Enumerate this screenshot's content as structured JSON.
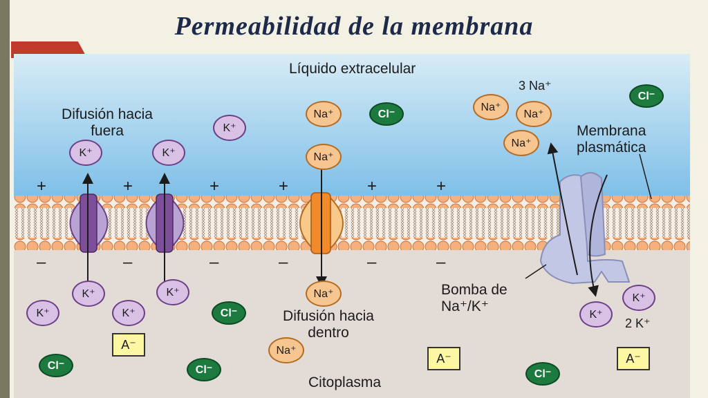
{
  "title": "Permeabilidad de la membrana",
  "labels": {
    "extracellular": "Líquido extracelular",
    "outward_diffusion_line1": "Difusión hacia",
    "outward_diffusion_line2": "fuera",
    "pump_na_count": "3 Na⁺",
    "membrane_line1": "Membrana",
    "membrane_line2": "plasmática",
    "pump_line1": "Bomba de",
    "pump_line2": "Na⁺/K⁺",
    "pump_k_count": "2 K⁺",
    "inward_diffusion_line1": "Difusión hacia",
    "inward_diffusion_line2": "dentro",
    "cytoplasm": "Citoplasma"
  },
  "ions": {
    "k": "K⁺",
    "na": "Na⁺",
    "cl": "Cl⁻",
    "anion": "A⁻"
  },
  "charges": {
    "plus": "+",
    "minus": "–"
  },
  "colors": {
    "extracellular_top": "#7fbfe8",
    "extracellular_bottom": "#d8ecf6",
    "cytoplasm": "#e3dcd6",
    "lipid_head": "#f4b07e",
    "k_channel": "#b9a3d4",
    "k_pore": "#7d4f9a",
    "na_channel": "#f9c98a",
    "na_pore": "#f08a2a",
    "pump": "#c3c7e6",
    "cl_ion": "#1d7a3f"
  }
}
